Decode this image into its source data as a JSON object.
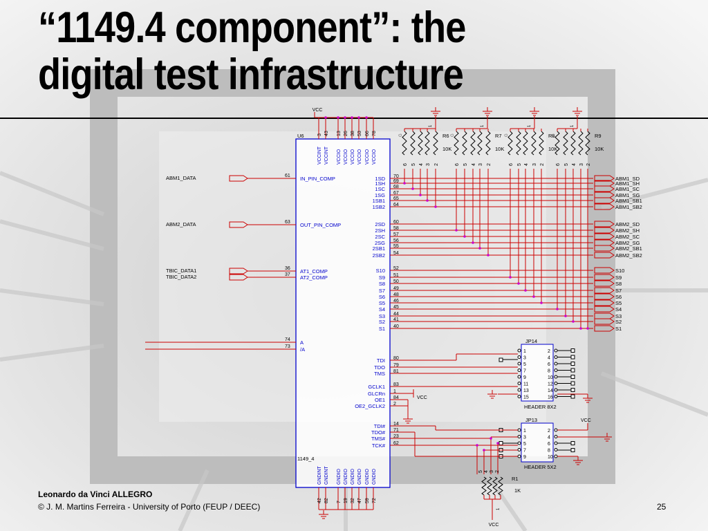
{
  "slide": {
    "title_line1": "“1149.4 component”: the",
    "title_line2": "digital test infrastructure",
    "footer_line1": "Leonardo da Vinci ALLEGRO",
    "footer_line2": "© J. M. Martins Ferreira - University of Porto (FEUP / DEEC)",
    "page_number": "25"
  },
  "schematic": {
    "ic": {
      "ref": "U6",
      "name": "1149_4",
      "top_pin_numbers": [
        "3",
        "43",
        "13",
        "26",
        "38",
        "53",
        "66",
        "78"
      ],
      "top_pin_names": [
        "VCCINT",
        "VCCINT",
        "VCCIO",
        "VCCIO",
        "VCCIO",
        "VCCIO",
        "VCCIO",
        "VCCIO"
      ],
      "bottom_pin_numbers": [
        "42",
        "82",
        "7",
        "19",
        "32",
        "47",
        "59",
        "72"
      ],
      "bottom_pin_names": [
        "GNDINT",
        "GNDINT",
        "GNDIO",
        "GNDIO",
        "GNDIO",
        "GNDIO",
        "GNDIO",
        "GNDIO"
      ],
      "vcc_label": "VCC",
      "left_pins": [
        {
          "num": "61",
          "name": "IN_PIN_COMP",
          "net": "ABM1_DATA"
        },
        {
          "num": "63",
          "name": "OUT_PIN_COMP",
          "net": "ABM2_DATA"
        },
        {
          "num": "36",
          "name": "AT1_COMP",
          "net": "TBIC_DATA1"
        },
        {
          "num": "37",
          "name": "AT2_COMP",
          "net": "TBIC_DATA2"
        },
        {
          "num": "74",
          "name": "A",
          "net": ""
        },
        {
          "num": "73",
          "name": "/A",
          "net": ""
        }
      ],
      "right_pins": [
        {
          "num": "70",
          "name": "1SD",
          "net": "ABM1_SD"
        },
        {
          "num": "69",
          "name": "1SH",
          "net": "ABM1_SH"
        },
        {
          "num": "68",
          "name": "1SC",
          "net": "ABM1_SC"
        },
        {
          "num": "67",
          "name": "1SG",
          "net": "ABM1_SG"
        },
        {
          "num": "65",
          "name": "1SB1",
          "net": "ABM1_SB1"
        },
        {
          "num": "64",
          "name": "1SB2",
          "net": "ABM1_SB2"
        },
        {
          "num": "60",
          "name": "2SD",
          "net": "ABM2_SD"
        },
        {
          "num": "58",
          "name": "2SH",
          "net": "ABM2_SH"
        },
        {
          "num": "57",
          "name": "2SC",
          "net": "ABM2_SC"
        },
        {
          "num": "56",
          "name": "2SG",
          "net": "ABM2_SG"
        },
        {
          "num": "55",
          "name": "2SB1",
          "net": "ABM2_SB1"
        },
        {
          "num": "54",
          "name": "2SB2",
          "net": "ABM2_SB2"
        },
        {
          "num": "52",
          "name": "S10",
          "net": "S10"
        },
        {
          "num": "51",
          "name": "S9",
          "net": "S9"
        },
        {
          "num": "50",
          "name": "S8",
          "net": "S8"
        },
        {
          "num": "49",
          "name": "S7",
          "net": "S7"
        },
        {
          "num": "48",
          "name": "S6",
          "net": "S6"
        },
        {
          "num": "46",
          "name": "S5",
          "net": "S5"
        },
        {
          "num": "45",
          "name": "S4",
          "net": "S4"
        },
        {
          "num": "44",
          "name": "S3",
          "net": "S3"
        },
        {
          "num": "41",
          "name": "S2",
          "net": "S2"
        },
        {
          "num": "40",
          "name": "S1",
          "net": "S1"
        },
        {
          "num": "80",
          "name": "TDI",
          "net": ""
        },
        {
          "num": "79",
          "name": "TDO",
          "net": ""
        },
        {
          "num": "81",
          "name": "TMS",
          "net": ""
        },
        {
          "num": "83",
          "name": "GCLK1",
          "net": ""
        },
        {
          "num": "1",
          "name": "GLCRn",
          "net": ""
        },
        {
          "num": "84",
          "name": "OE1",
          "net": ""
        },
        {
          "num": "2",
          "name": "OE2_GCLK2",
          "net": ""
        },
        {
          "num": "14",
          "name": "TDI#",
          "net": ""
        },
        {
          "num": "71",
          "name": "TDO#",
          "net": ""
        },
        {
          "num": "23",
          "name": "TMS#",
          "net": ""
        },
        {
          "num": "62",
          "name": "TCK#",
          "net": ""
        }
      ],
      "glcrn_vcc": "VCC"
    },
    "resistors": [
      {
        "ref": "R6",
        "value": "10K"
      },
      {
        "ref": "R7",
        "value": "10K"
      },
      {
        "ref": "R8",
        "value": "10K"
      },
      {
        "ref": "R9",
        "value": "10K"
      }
    ],
    "resistor_pin_labels": [
      "6",
      "5",
      "4",
      "3",
      "2"
    ],
    "r1": {
      "ref": "R1",
      "value": "1K",
      "vcc": "VCC",
      "pins": [
        "5",
        "4",
        "3",
        "2"
      ]
    },
    "jp14": {
      "ref": "JP14",
      "type": "HEADER 8X2",
      "left": [
        "1",
        "3",
        "5",
        "7",
        "9",
        "11",
        "13",
        "15"
      ],
      "right": [
        "2",
        "4",
        "6",
        "8",
        "10",
        "12",
        "14",
        "16"
      ]
    },
    "jp13": {
      "ref": "JP13",
      "type": "HEADER 5X2",
      "left": [
        "1",
        "3",
        "5",
        "7",
        "9"
      ],
      "right": [
        "2",
        "4",
        "6",
        "8",
        "10"
      ],
      "vcc": "VCC"
    }
  },
  "colors": {
    "wire": "#cc0000",
    "part": "#0000cc",
    "text": "#000000",
    "accent": "#000000"
  }
}
